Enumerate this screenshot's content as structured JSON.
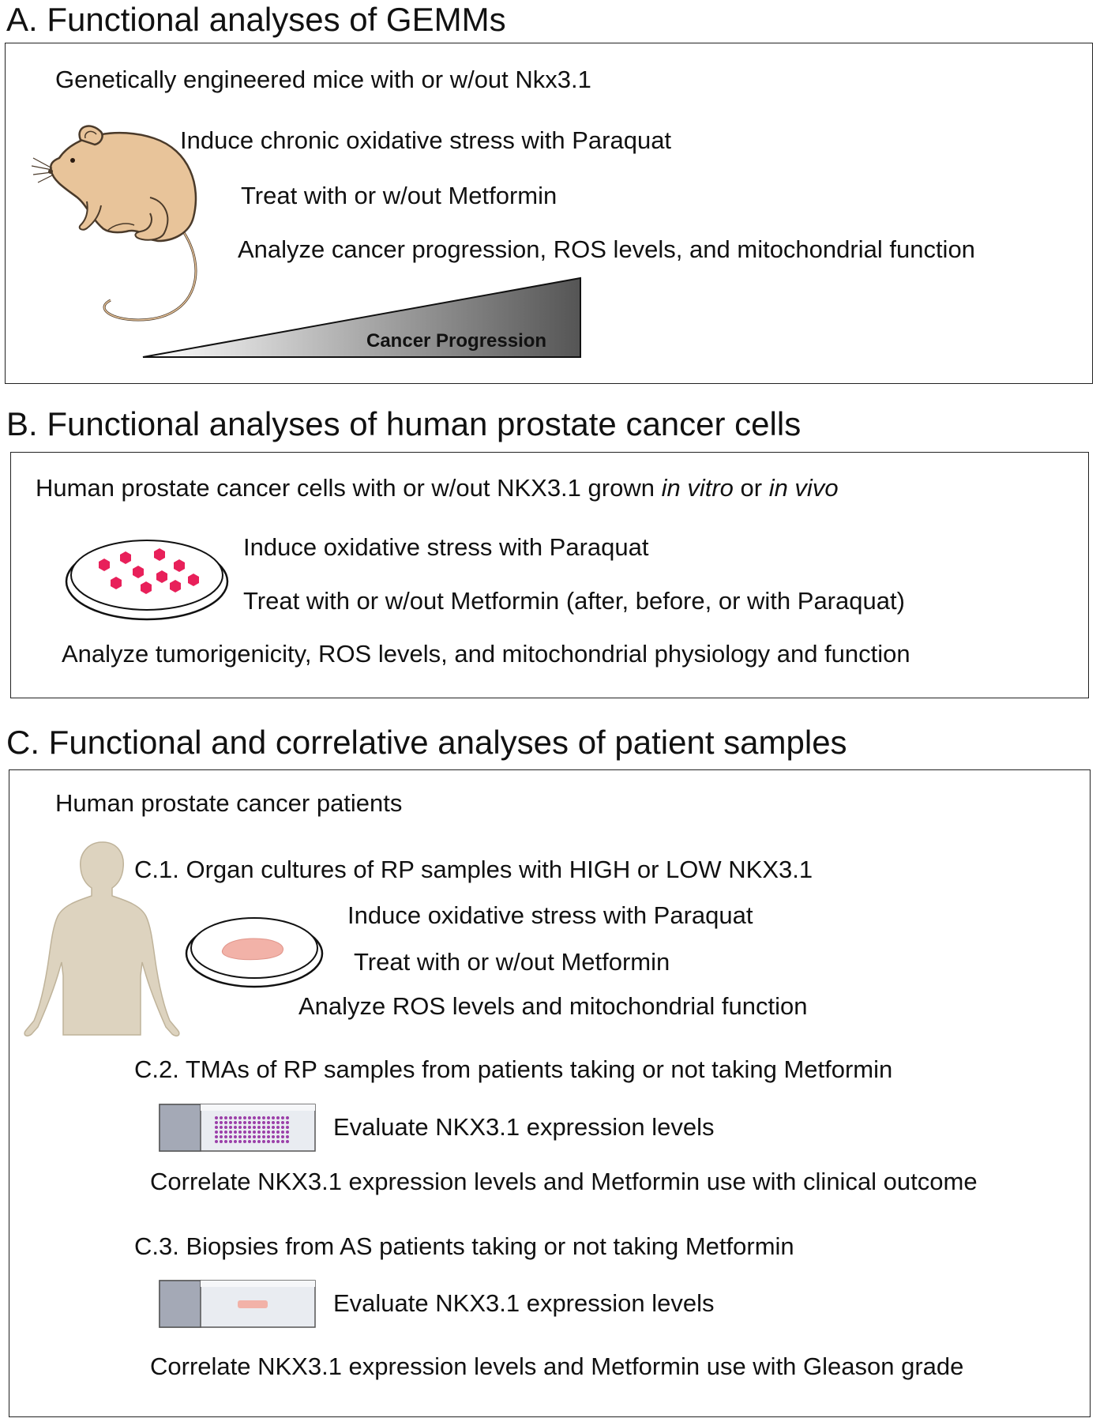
{
  "panel_a": {
    "heading": "A. Functional analyses of GEMMs",
    "line1": "Genetically engineered mice with or w/out Nkx3.1",
    "line2": "Induce chronic oxidative stress with Paraquat",
    "line3": "Treat with or w/out Metformin",
    "line4": "Analyze cancer progression, ROS levels, and mitochondrial function",
    "wedge_label": "Cancer Progression"
  },
  "panel_b": {
    "heading": "B. Functional analyses of human prostate cancer cells",
    "line1_prefix": "Human prostate cancer cells with or w/out NKX3.1 grown ",
    "line1_italic1": "in vitro",
    "line1_mid": " or ",
    "line1_italic2": "in vivo",
    "line2": "Induce oxidative stress with Paraquat",
    "line3": "Treat with or w/out Metformin (after, before, or with Paraquat)",
    "line4": "Analyze tumorigenicity, ROS levels, and mitochondrial physiology and function"
  },
  "panel_c": {
    "heading": "C. Functional and correlative analyses of patient samples",
    "line1": "Human prostate cancer patients",
    "c1_title": "C.1. Organ cultures of RP samples with HIGH or LOW NKX3.1",
    "c1_line1": "Induce oxidative stress with Paraquat",
    "c1_line2": "Treat with or w/out Metformin",
    "c1_line3": "Analyze ROS levels and mitochondrial function",
    "c2_title": "C.2. TMAs of RP samples from patients taking or not taking Metformin",
    "c2_line1": "Evaluate NKX3.1 expression levels",
    "c2_line2": "Correlate NKX3.1 expression levels and Metformin use with clinical outcome",
    "c3_title": "C.3. Biopsies from AS patients taking or not taking Metformin",
    "c3_line1": "Evaluate NKX3.1 expression levels",
    "c3_line2": "Correlate NKX3.1 expression levels and Metformin use with Gleason grade"
  },
  "colors": {
    "mouse_fur": "#e8c49a",
    "mouse_outline": "#4a3a2a",
    "cell": "#e8205a",
    "tissue": "#f2b2a8",
    "human": "#ddd3bf",
    "tma_dot": "#9b3fa8",
    "slide_label": "#a4a9b6",
    "slide_glass": "#e9ecf1"
  }
}
